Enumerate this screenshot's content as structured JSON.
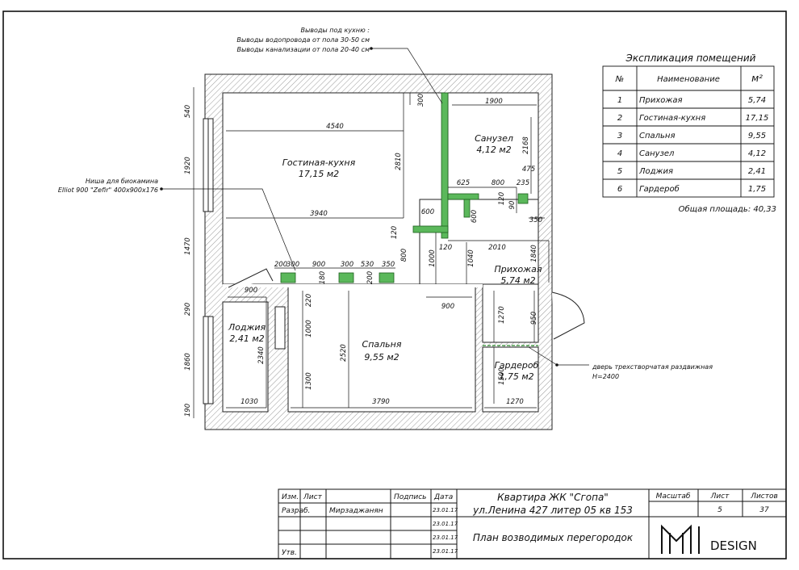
{
  "sheet": {
    "title": "План возводимых перегородок",
    "project_line1": "Квартира ЖК \"Сгопа\"",
    "project_line2": "ул.Ленина 427 литер 05 кв 153"
  },
  "notes": {
    "kitchen_outlets": [
      "Выводы под кухню :",
      "Выводы водопровода от пола 30-50 см",
      "Выводы канализации от пола 20-40 см"
    ],
    "fireplace": [
      "Ниша для биокамина",
      "Elliot 900 \"Zefir\" 400x900x176"
    ],
    "door": [
      "дверь трехстворчатая раздвижная",
      "H=2400"
    ]
  },
  "rooms": [
    {
      "name": "Гостиная-кухня",
      "area": "17,15 м2"
    },
    {
      "name": "Санузел",
      "area": "4,12 м2"
    },
    {
      "name": "Прихожая",
      "area": "5,74 м2"
    },
    {
      "name": "Лоджия",
      "area": "2,41 м2"
    },
    {
      "name": "Спальня",
      "area": "9,55 м2"
    },
    {
      "name": "Гардероб",
      "area": "1,75 м2"
    }
  ],
  "dimensions": [
    "540",
    "1920",
    "1470",
    "290",
    "1860",
    "190",
    "4540",
    "2810",
    "3940",
    "300",
    "1900",
    "2168",
    "625",
    "800",
    "475",
    "235",
    "120",
    "90",
    "600",
    "600",
    "120",
    "800",
    "1000",
    "120",
    "1040",
    "2010",
    "350",
    "1840",
    "200",
    "300",
    "900",
    "300",
    "530",
    "350",
    "180",
    "200",
    "900",
    "220",
    "1000",
    "2520",
    "1300",
    "900",
    "1270",
    "950",
    "1500",
    "1270",
    "3790",
    "1030",
    "2340"
  ],
  "explication": {
    "title": "Экспликация помещений",
    "headers": [
      "№",
      "Наименование",
      "м²"
    ],
    "rows": [
      [
        "1",
        "Прихожая",
        "5,74"
      ],
      [
        "2",
        "Гостиная-кухня",
        "17,15"
      ],
      [
        "3",
        "Спальня",
        "9,55"
      ],
      [
        "4",
        "Санузел",
        "4,12"
      ],
      [
        "5",
        "Лоджия",
        "2,41"
      ],
      [
        "6",
        "Гардероб",
        "1,75"
      ]
    ],
    "total": "Общая площадь: 40,33"
  },
  "title_block": {
    "col_headers": [
      "Изм.",
      "Лист",
      "Подпись",
      "Дата"
    ],
    "rows": [
      [
        "Разраб.",
        "Мирзаджанян",
        "",
        "23.01.17"
      ],
      [
        "",
        "",
        "",
        "23.01.17"
      ],
      [
        "",
        "",
        "",
        "23.01.17"
      ],
      [
        "Утв.",
        "",
        "",
        "23.01.17"
      ]
    ],
    "scale_label": "Масштаб",
    "sheet_label": "Лист",
    "sheets_label": "Листов",
    "scale_value": "",
    "sheet_value": "5",
    "sheets_value": "37",
    "brand": "DESIGN"
  },
  "colors": {
    "partition": "#5bb85b",
    "wall_hatch": "#9a9a9a",
    "line": "#111111"
  }
}
